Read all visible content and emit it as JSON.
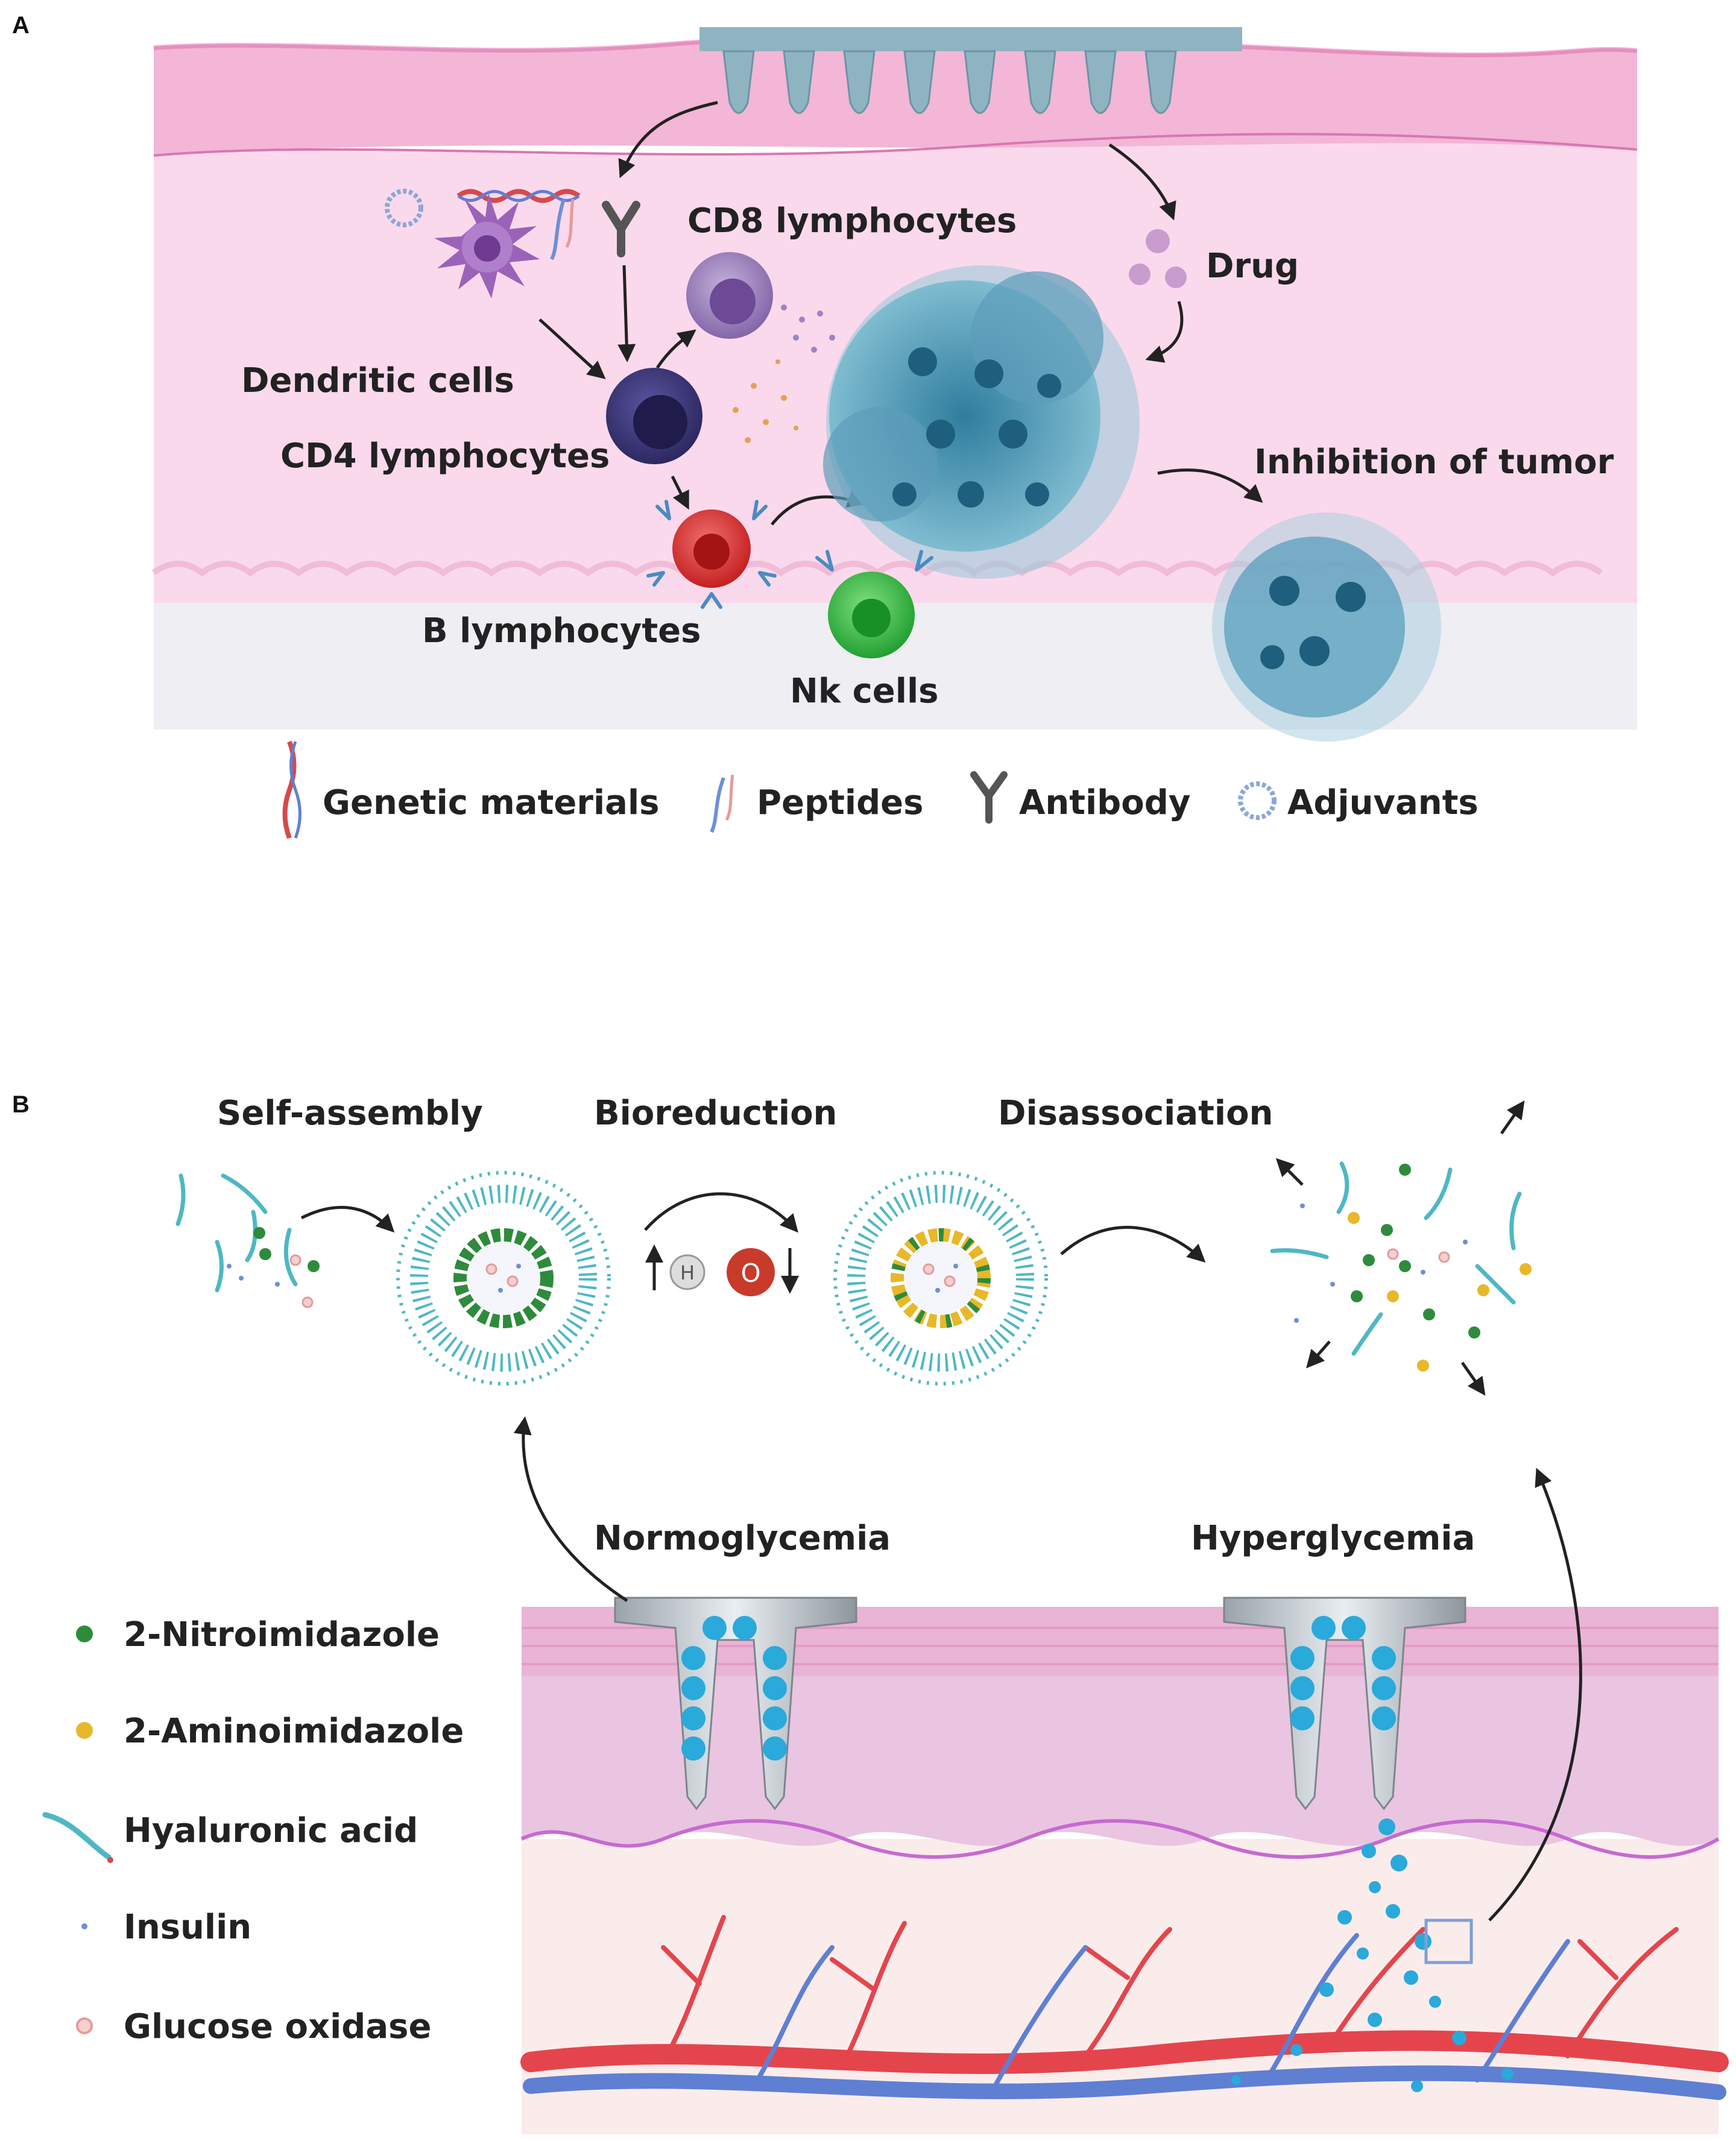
{
  "panel_a": {
    "letter": "A",
    "labels": {
      "cd8": "CD8 lymphocytes",
      "drug": "Drug",
      "dendritic": "Dendritic cells",
      "cd4": "CD4 lymphocytes",
      "inhibition": "Inhibition of tumor",
      "b_cells": "B lymphocytes",
      "nk": "Nk cells"
    },
    "legend": {
      "genetic": "Genetic materials",
      "peptides": "Peptides",
      "antibody": "Antibody",
      "adjuvants": "Adjuvants"
    },
    "colors": {
      "skin_top": "#f3b6d6",
      "skin_mid": "#fbd9ec",
      "dermis_bottom": "#eeeef3",
      "tumor": "#3d8aa8",
      "cd4": "#3c3775",
      "cd8": "#8e6cae",
      "b_cell": "#d63434",
      "nk_cell": "#2fb13c",
      "dendritic": "#9b63b8",
      "drug": "#c89ccf",
      "microneedle": "#8fb4c1"
    }
  },
  "panel_b": {
    "letter": "B",
    "steps": {
      "self_assembly": "Self-assembly",
      "bioreduction": "Bioreduction",
      "disassociation": "Disassociation"
    },
    "atoms": {
      "h": "H",
      "o": "O"
    },
    "conditions": {
      "normo": "Normoglycemia",
      "hyper": "Hyperglycemia"
    },
    "legend": {
      "nitro": "2-Nitroimidazole",
      "amino": "2-Aminoimidazole",
      "hyaluronic": "Hyaluronic acid",
      "insulin": "Insulin",
      "gox": "Glucose oxidase"
    },
    "colors": {
      "nitro": "#2e8b3c",
      "amino": "#e8b82a",
      "hyaluronic": "#4fb7c4",
      "insulin": "#6d8fd6",
      "gox": "#e79a9a",
      "artery": "#e4454d",
      "vein": "#5f7fd3",
      "granule": "#2aa9db",
      "skin_top": "#eab4d4",
      "skin_mid": "#e9c5e1",
      "tissue": "#fbecec"
    }
  }
}
